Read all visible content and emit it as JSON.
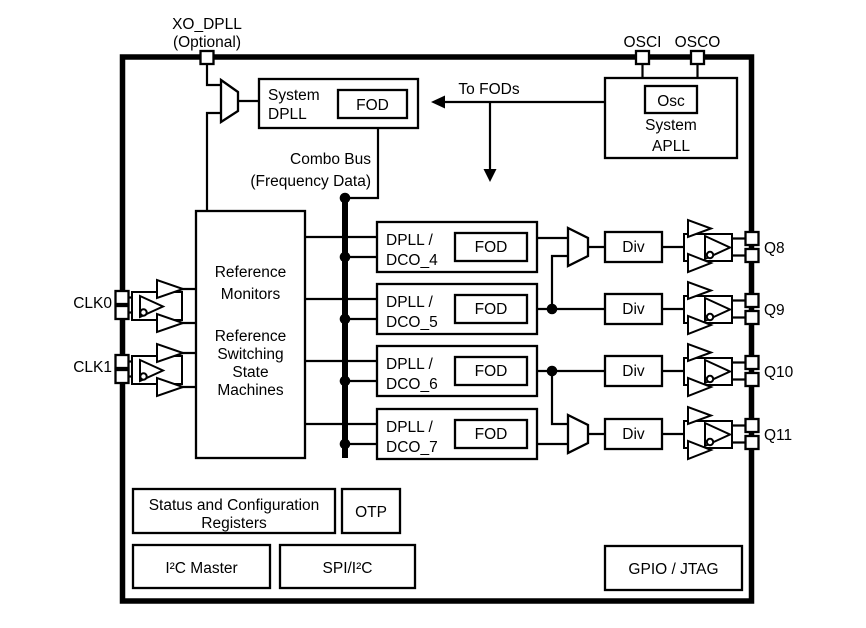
{
  "diagram": {
    "colors": {
      "line": "#000000",
      "background": "#ffffff"
    },
    "pins": {
      "xo_dpll_line1": "XO_DPLL",
      "xo_dpll_line2": "(Optional)",
      "osci": "OSCI",
      "osco": "OSCO",
      "clk0": "CLK0",
      "clk1": "CLK1",
      "q8": "Q8",
      "q9": "Q9",
      "q10": "Q10",
      "q11": "Q11"
    },
    "labels": {
      "to_fods": "To FODs",
      "combo_bus_line1": "Combo Bus",
      "combo_bus_line2": "(Frequency Data)"
    },
    "blocks": {
      "system_dpll_line1": "System",
      "system_dpll_line2": "DPLL",
      "system_dpll_fod": "FOD",
      "osc": "Osc",
      "system_apll_line1": "System",
      "system_apll_line2": "APLL",
      "reference_lines": [
        "Reference",
        "Monitors",
        "Reference",
        "Switching",
        "State",
        "Machines"
      ],
      "dplls": [
        {
          "line1": "DPLL /",
          "line2": "DCO_4",
          "fod": "FOD"
        },
        {
          "line1": "DPLL /",
          "line2": "DCO_5",
          "fod": "FOD"
        },
        {
          "line1": "DPLL /",
          "line2": "DCO_6",
          "fod": "FOD"
        },
        {
          "line1": "DPLL /",
          "line2": "DCO_7",
          "fod": "FOD"
        }
      ],
      "divs": [
        "Div",
        "Div",
        "Div",
        "Div"
      ],
      "status_regs_line1": "Status and Configuration",
      "status_regs_line2": "Registers",
      "otp": "OTP",
      "i2c_master": "I²C Master",
      "spi_i2c": "SPI/I²C",
      "gpio_jtag": "GPIO / JTAG"
    }
  }
}
